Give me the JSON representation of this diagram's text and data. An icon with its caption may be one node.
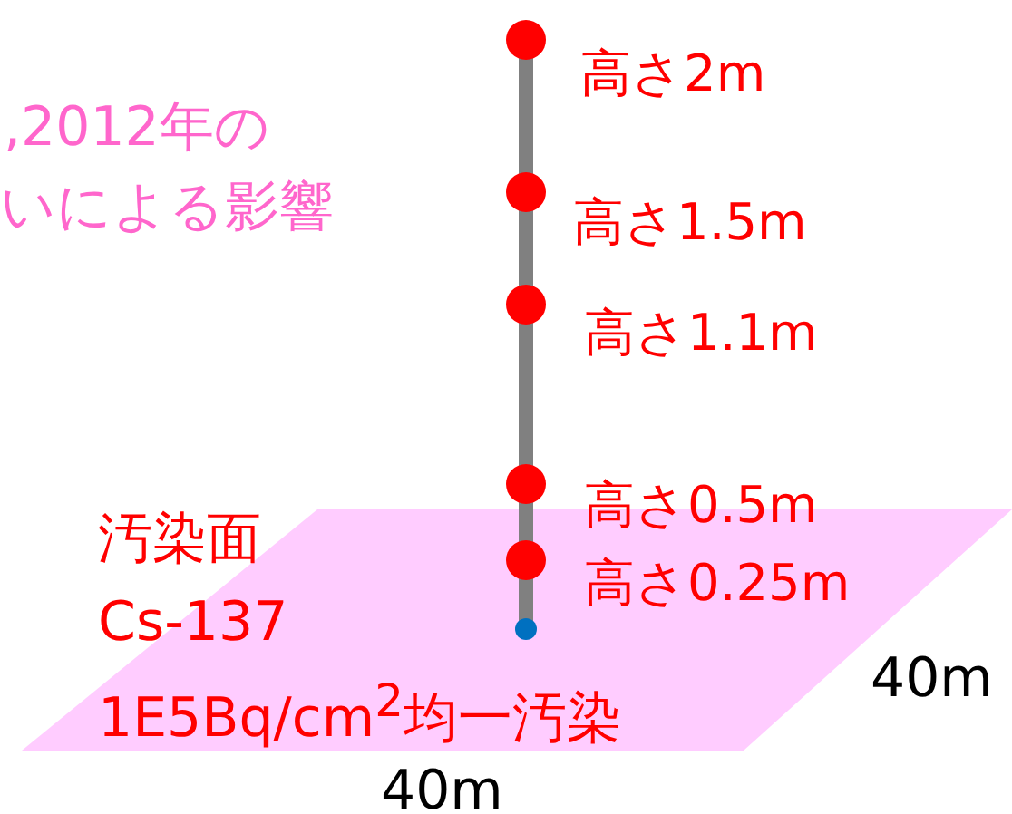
{
  "diagram": {
    "nodes": [
      {
        "text": [
          "汚染面",
          "Cs-137",
          "1E5Bq/cm$^{2}$均一汚染"
        ]
      }
    ],
    "labels": [
      ",2012年の",
      "いによる影響",
      "高さ2m",
      "高さ1.5m",
      "高さ1.1m",
      "高さ0.5m",
      "高さ0.25m",
      "40m",
      "40m"
    ]
  }
}
